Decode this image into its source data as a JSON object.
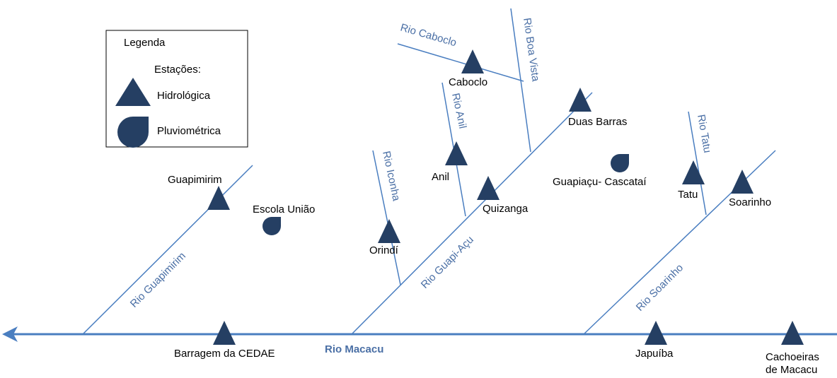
{
  "legend": {
    "title": "Legenda",
    "subtitle": "Estações:",
    "hydro": "Hidrológica",
    "pluvio": "Pluviométrica"
  },
  "colors": {
    "river": "#4a7ec0",
    "river_text": "#4a6fa5",
    "marker": "#253f63"
  },
  "rivers": {
    "macacu": "Rio Macacu",
    "guapimirim": "Rio Guapimirim",
    "guapiacu": "Rio Guapi-Açu",
    "soarinho": "Rio Soarinho",
    "iconha": "Rio Iconha",
    "anil": "Rio Anil",
    "caboclo": "Rio Caboclo",
    "boa_vista": "Rio Boa Vista",
    "tatu": "Rio Tatu"
  },
  "stations": {
    "guapimirim": "Guapimirim",
    "escola_uniao": "Escola União",
    "barragem": "Barragem da CEDAE",
    "orindi": "Orindí",
    "anil": "Anil",
    "quizanga": "Quizanga",
    "caboclo": "Caboclo",
    "duas_barras": "Duas Barras",
    "cascatai": "Guapiaçu- Cascataí",
    "tatu": "Tatu",
    "soarinho": "Soarinho",
    "japuiba": "Japuíba",
    "cachoeiras_1": "Cachoeiras",
    "cachoeiras_2": "de Macacu"
  }
}
